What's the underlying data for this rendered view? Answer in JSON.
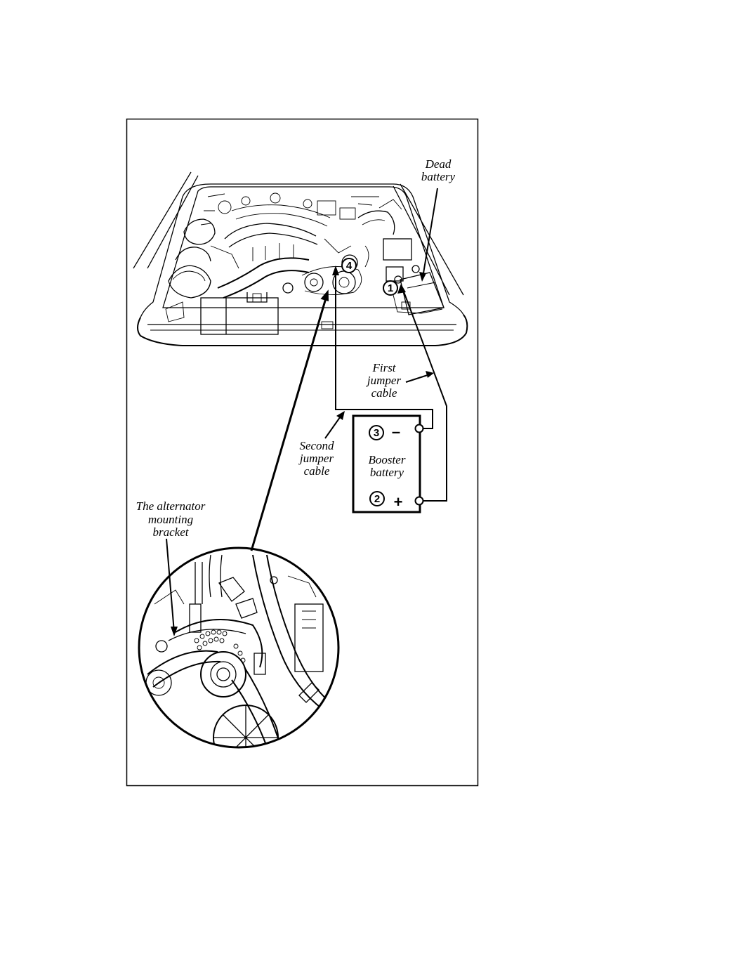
{
  "labels": {
    "dead_battery": [
      "Dead",
      "battery"
    ],
    "first_jumper_cable": [
      "First",
      "jumper",
      "cable"
    ],
    "second_jumper_cable": [
      "Second",
      "jumper",
      "cable"
    ],
    "booster_battery": [
      "Booster",
      "battery"
    ],
    "alternator_bracket": [
      "The alternator",
      "mounting",
      "bracket"
    ]
  },
  "steps": {
    "one": "1",
    "two": "2",
    "three": "3",
    "four": "4"
  },
  "terminals": {
    "negative": "–",
    "positive": "+"
  }
}
